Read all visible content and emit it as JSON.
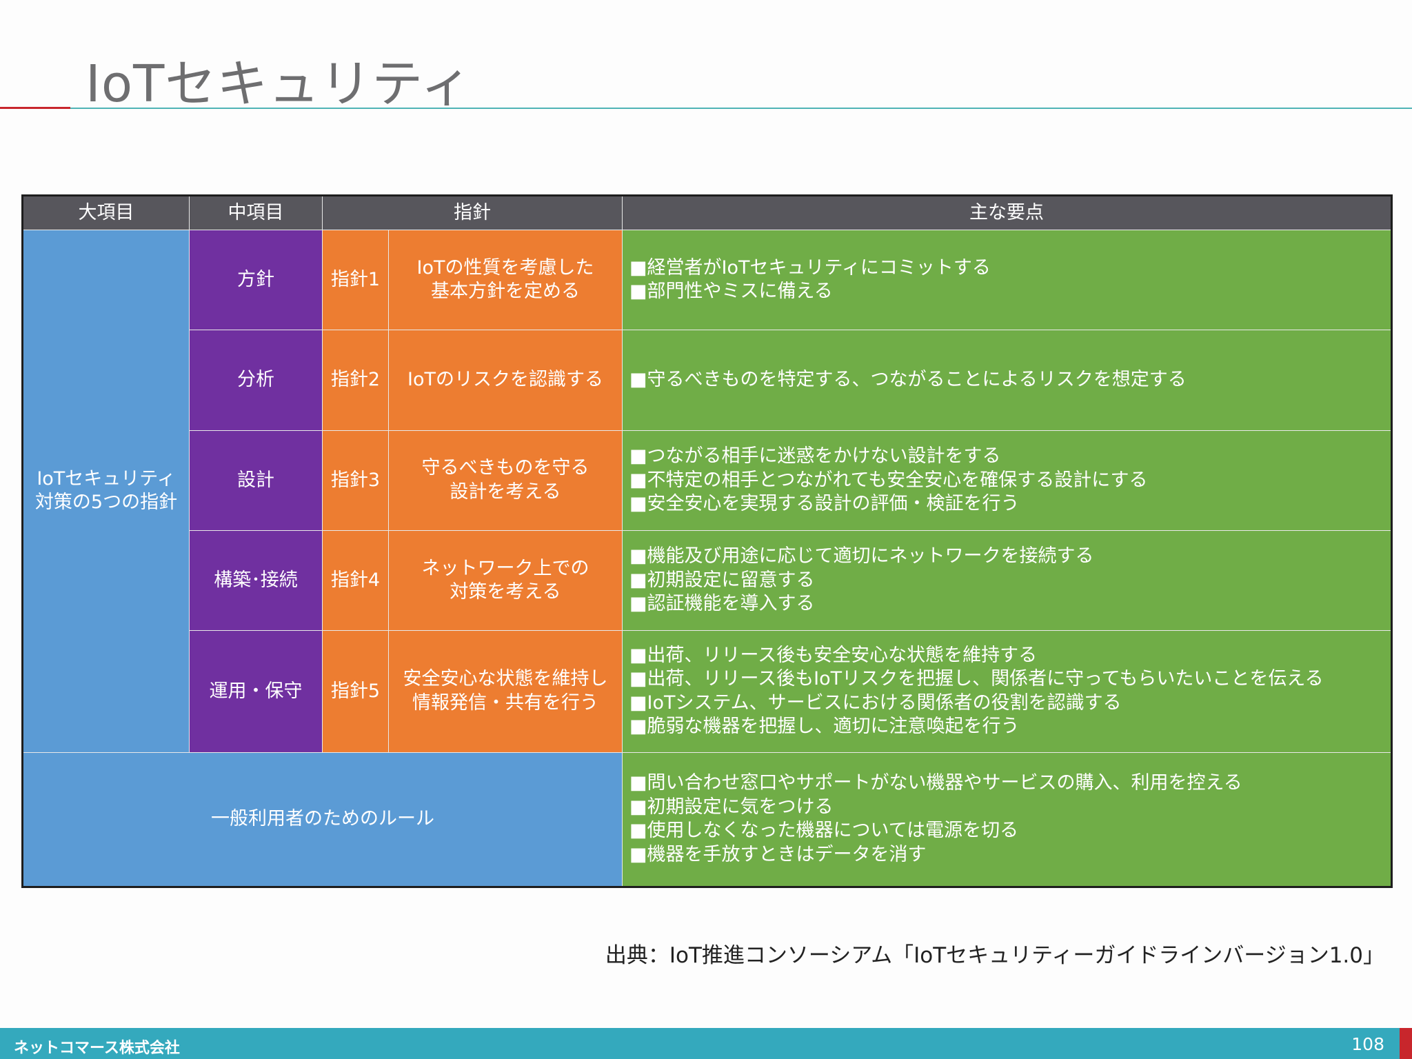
{
  "title": "IoTセキュリティ",
  "table": {
    "headers": [
      "大項目",
      "中項目",
      "指針",
      "主な要点"
    ],
    "category": "IoTセキュリティ\n対策の5つの指針",
    "rows": [
      {
        "sub": "方針",
        "no": "指針1",
        "guideline": "IoTの性質を考慮した\n基本方針を定める",
        "points": [
          "■経営者がIoTセキュリティにコミットする",
          "■部門性やミスに備える"
        ]
      },
      {
        "sub": "分析",
        "no": "指針2",
        "guideline": "IoTのリスクを認識する",
        "points": [
          "■守るべきものを特定する、つながることによるリスクを想定する"
        ]
      },
      {
        "sub": "設計",
        "no": "指針3",
        "guideline": "守るべきものを守る\n設計を考える",
        "points": [
          "■つながる相手に迷惑をかけない設計をする",
          "■不特定の相手とつながれても安全安心を確保する設計にする",
          "■安全安心を実現する設計の評価・検証を行う"
        ]
      },
      {
        "sub": "構築･接続",
        "no": "指針4",
        "guideline": "ネットワーク上での\n対策を考える",
        "points": [
          "■機能及び用途に応じて適切にネットワークを接続する",
          "■初期設定に留意する",
          "■認証機能を導入する"
        ]
      },
      {
        "sub": "運用・保守",
        "no": "指針5",
        "guideline": "安全安心な状態を維持し\n情報発信・共有を行う",
        "points": [
          "■出荷、リリース後も安全安心な状態を維持する",
          "■出荷、リリース後もIoTリスクを把握し、関係者に守ってもらいたいことを伝える",
          "■IoTシステム、サービスにおける関係者の役割を認識する",
          "■脆弱な機器を把握し、適切に注意喚起を行う"
        ]
      }
    ],
    "rule": {
      "label": "一般利用者のためのルール",
      "points": [
        "■問い合わせ窓口やサポートがない機器やサービスの購入、利用を控える",
        "■初期設定に気をつける",
        "■使用しなくなった機器については電源を切る",
        "■機器を手放すときはデータを消す"
      ]
    }
  },
  "source": "出典：IoT推進コンソーシアム「IoTセキュリティーガイドラインバージョン1.0」",
  "footer": {
    "company": "ネットコマース株式会社",
    "page": "108"
  },
  "colors": {
    "header": "#57565c",
    "category": "#5b9bd5",
    "sub": "#7030a0",
    "guideline": "#ed7d31",
    "points": "#70ad47",
    "footer": "#34a9bd",
    "accent": "#c8262c"
  }
}
